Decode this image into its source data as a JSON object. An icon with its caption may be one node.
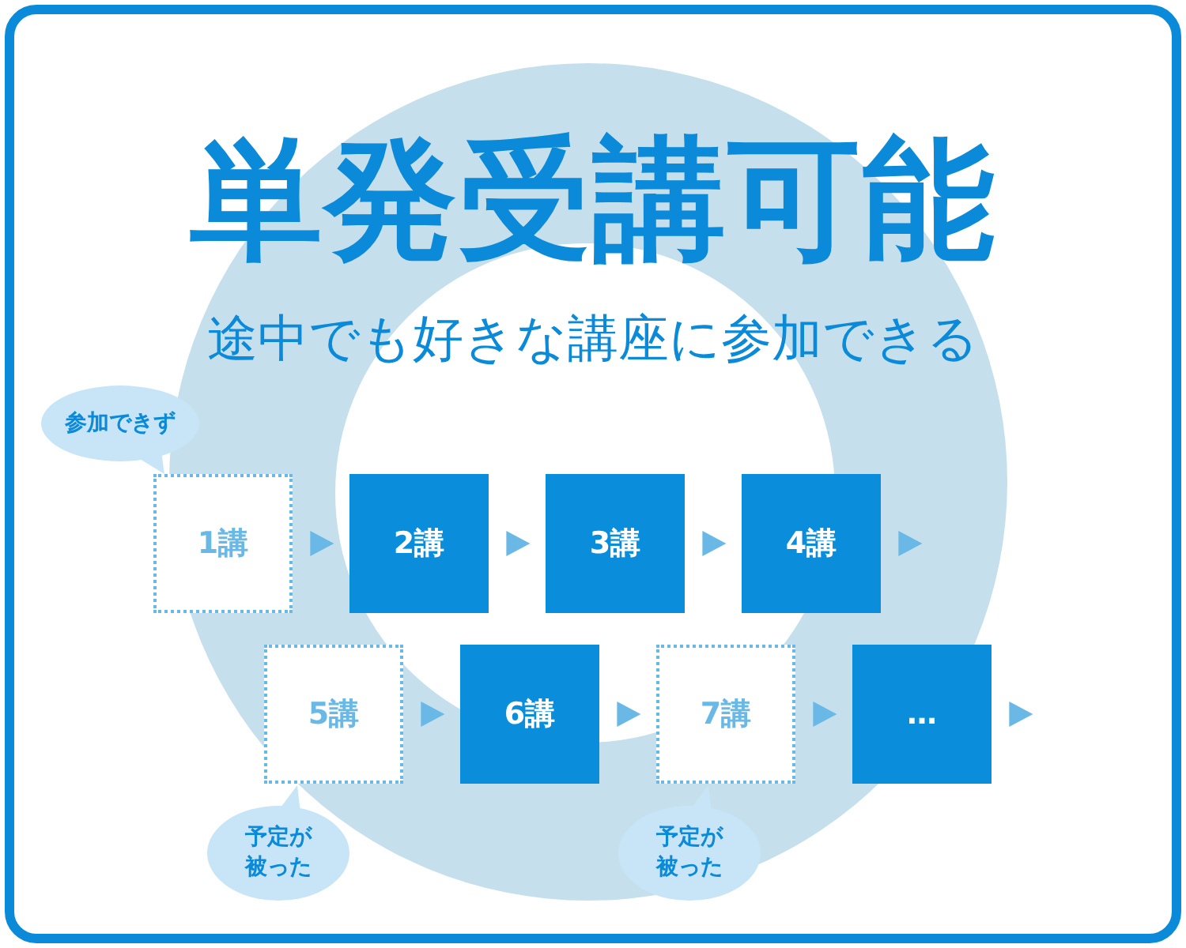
{
  "diagram": {
    "title": "単発受講可能",
    "nodes": [
      {
        "text": [
          "参加できず"
        ]
      },
      {
        "text": [
          "1講"
        ]
      },
      {
        "text": [
          "2講"
        ]
      },
      {
        "text": [
          "3講"
        ]
      },
      {
        "text": [
          "4講"
        ]
      },
      {
        "text": [
          "5講"
        ]
      },
      {
        "text": [
          "6講"
        ]
      },
      {
        "text": [
          "7講"
        ]
      },
      {
        "text": [
          "…"
        ]
      },
      {
        "text": [
          "予定が被った"
        ]
      },
      {
        "text": [
          "予定が被った"
        ]
      }
    ],
    "edges": [
      {
        "from": 1,
        "to": 2,
        "arrow": "to"
      },
      {
        "from": 2,
        "to": 3,
        "arrow": "to"
      },
      {
        "from": 3,
        "to": 4,
        "arrow": "to"
      },
      {
        "from": 4,
        "to": null,
        "arrow": "to"
      },
      {
        "from": 5,
        "to": 6,
        "arrow": "to"
      },
      {
        "from": 6,
        "to": 7,
        "arrow": "to"
      },
      {
        "from": 7,
        "to": 8,
        "arrow": "to"
      },
      {
        "from": 8,
        "to": null,
        "arrow": "to"
      }
    ],
    "labels": [
      "途中でも好きな講座に参加できる"
    ]
  }
}
